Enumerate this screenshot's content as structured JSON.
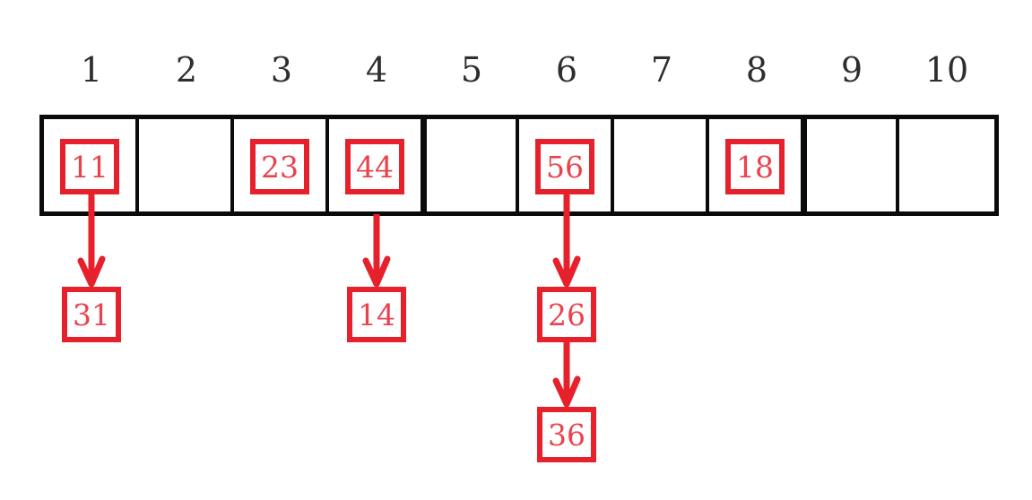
{
  "diagram": {
    "title": "hash-table-with-separate-chaining",
    "colors": {
      "accent_red": "#e6212b",
      "value_text_red": "#ea424c",
      "border_black": "#0b0b0b",
      "index_text": "#2e2e2e"
    },
    "slots": [
      {
        "index": "1",
        "value": "11",
        "chain": [
          "31"
        ],
        "bold": false
      },
      {
        "index": "2",
        "value": null,
        "chain": [],
        "bold": false
      },
      {
        "index": "3",
        "value": "23",
        "chain": [],
        "bold": false
      },
      {
        "index": "4",
        "value": "44",
        "chain": [
          "14"
        ],
        "bold": true
      },
      {
        "index": "5",
        "value": null,
        "chain": [],
        "bold": false
      },
      {
        "index": "6",
        "value": "56",
        "chain": [
          "26",
          "36"
        ],
        "bold": false
      },
      {
        "index": "7",
        "value": null,
        "chain": [],
        "bold": false
      },
      {
        "index": "8",
        "value": "18",
        "chain": [],
        "bold": true
      },
      {
        "index": "9",
        "value": null,
        "chain": [],
        "bold": false
      },
      {
        "index": "10",
        "value": null,
        "chain": [],
        "bold": false
      }
    ]
  }
}
